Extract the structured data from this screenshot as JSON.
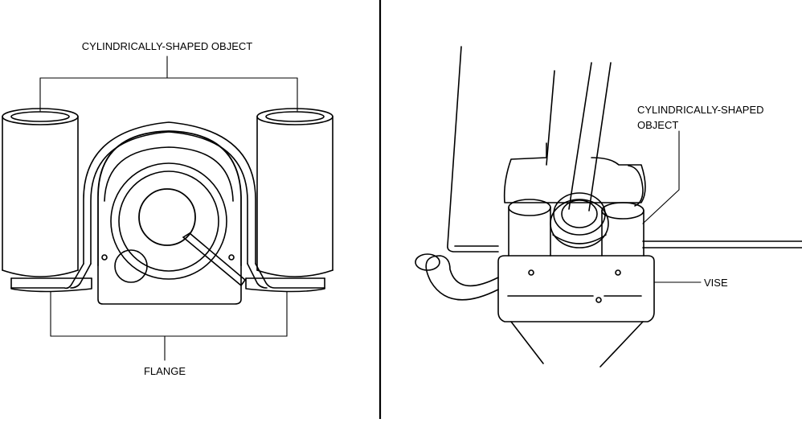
{
  "left_panel": {
    "top_label": "CYLINDRICALLY-SHAPED OBJECT",
    "bottom_label": "FLANGE"
  },
  "right_panel": {
    "object_label_line1": "CYLINDRICALLY-SHAPED",
    "object_label_line2": "OBJECT",
    "vise_label": "VISE"
  }
}
